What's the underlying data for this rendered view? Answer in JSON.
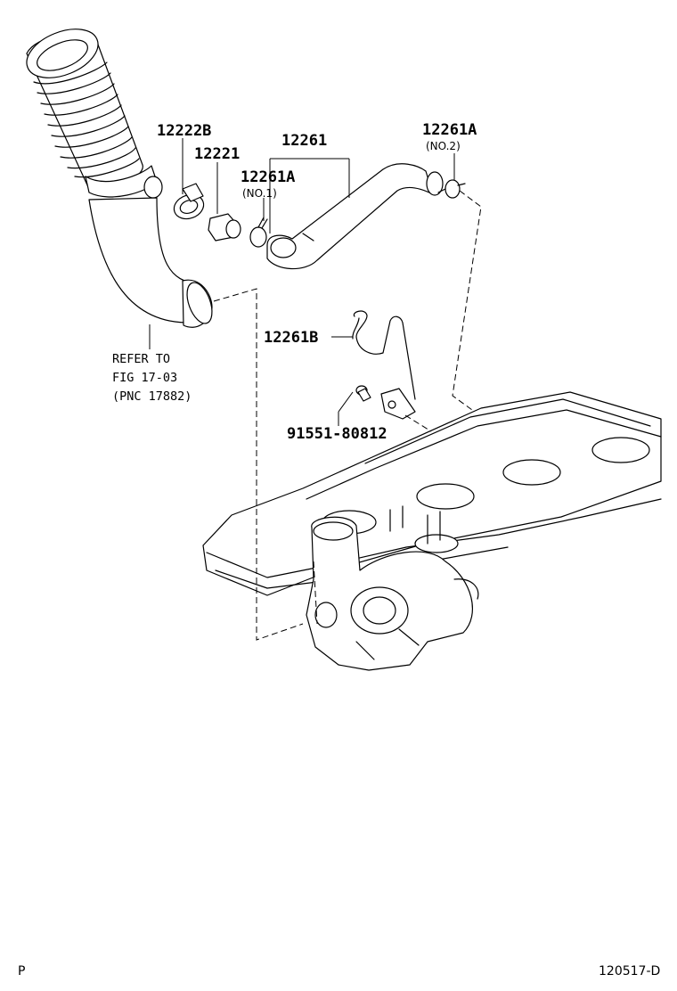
{
  "labels": {
    "part_12222b": "12222B",
    "part_12221": "12221",
    "part_12261": "12261",
    "part_12261a_no1": "12261A",
    "part_12261a_no1_sub": "(NO.1)",
    "part_12261a_no2": "12261A",
    "part_12261a_no2_sub": "(NO.2)",
    "part_12261b": "12261B",
    "part_bolt": "91551-80812",
    "refer_line1": "REFER TO",
    "refer_line2": "FIG 17-03",
    "refer_line3": "(PNC 17882)",
    "corner_left": "P",
    "corner_right": "120517-D"
  }
}
